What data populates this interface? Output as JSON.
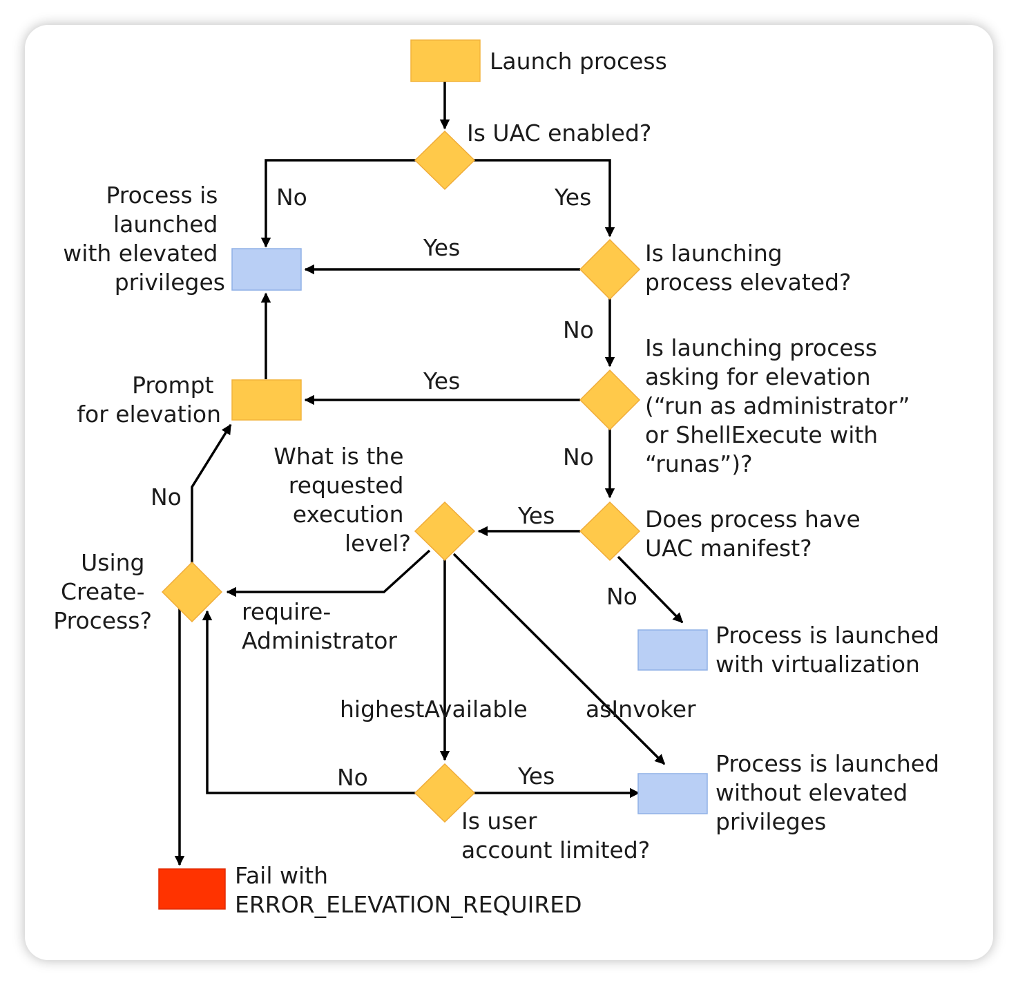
{
  "diagram": {
    "nodes": {
      "launch": {
        "label": [
          "Launch process"
        ]
      },
      "uac_enabled": {
        "label": [
          "Is UAC enabled?"
        ]
      },
      "elevated_result": {
        "label": [
          "Process is",
          "launched",
          "with elevated",
          "privileges"
        ]
      },
      "launching_elevated": {
        "label": [
          "Is launching",
          "process elevated?"
        ]
      },
      "prompt": {
        "label": [
          "Prompt",
          "for elevation"
        ]
      },
      "asking_elevation": {
        "label": [
          "Is launching process",
          "asking for elevation",
          "(“run as administrator”",
          "or ShellExecute with",
          "“runas”)?"
        ]
      },
      "execution_level": {
        "label": [
          "What is the",
          "requested",
          "execution",
          "level?"
        ]
      },
      "uac_manifest": {
        "label": [
          "Does process have",
          "UAC manifest?"
        ]
      },
      "create_process": {
        "label": [
          "Using",
          "Create-",
          "Process?"
        ]
      },
      "virtualization": {
        "label": [
          "Process is launched",
          "with virtualization"
        ]
      },
      "user_limited": {
        "label": [
          "Is user",
          "account limited?"
        ]
      },
      "not_elevated_result": {
        "label": [
          "Process is launched",
          "without elevated",
          "privileges"
        ]
      },
      "fail": {
        "label": [
          "Fail with",
          "ERROR_ELEVATION_REQUIRED"
        ]
      }
    },
    "edges": {
      "uac_no": "No",
      "uac_yes": "Yes",
      "elevated_yes": "Yes",
      "elevated_no": "No",
      "asking_yes": "Yes",
      "asking_no": "No",
      "manifest_yes": "Yes",
      "manifest_no": "No",
      "create_no": "No",
      "require_admin": [
        "require-",
        "Administrator"
      ],
      "highest_available": "highestAvailable",
      "as_invoker": "asInvoker",
      "limited_no": "No",
      "limited_yes": "Yes"
    },
    "colors": {
      "process": "#ffc94a",
      "decision": "#ffc94a",
      "result": "#b9cff5",
      "error": "#ff3300",
      "line": "#000000"
    }
  }
}
